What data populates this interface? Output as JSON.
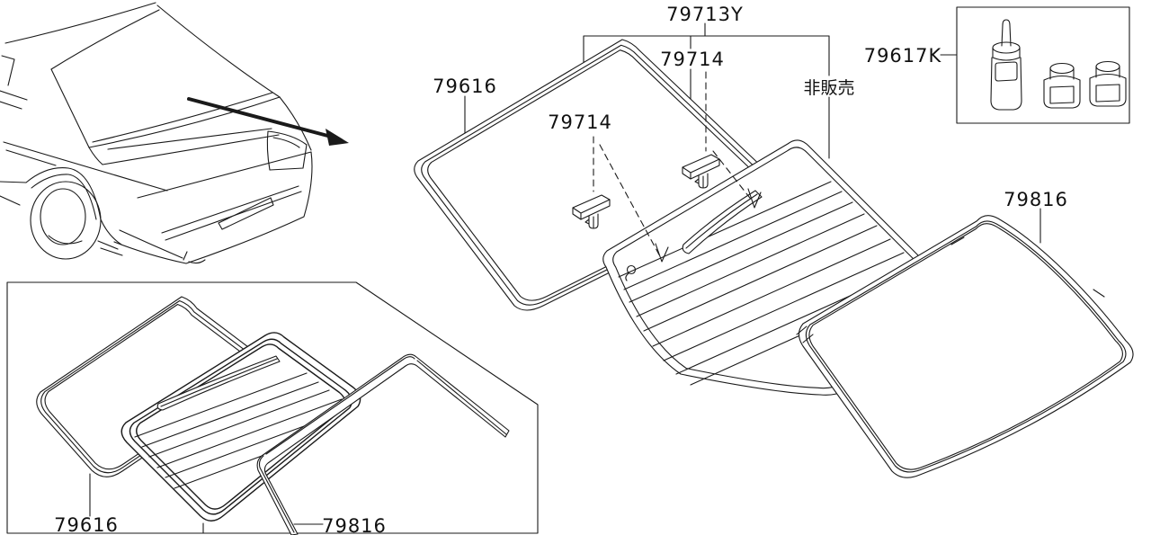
{
  "diagram": {
    "kind": "rear-window-parts-diagram",
    "labels": {
      "group_clip": "79713Y",
      "clip_left": "79714",
      "clip_right": "79714",
      "seal_main": "79616",
      "not_for_sale": "非販売",
      "adhesive_kit": "79617K",
      "molding_main": "79816",
      "seal_inset": "79616",
      "molding_inset": "79816"
    },
    "colors": {
      "line": "#1a1a1a",
      "background": "#ffffff"
    }
  }
}
